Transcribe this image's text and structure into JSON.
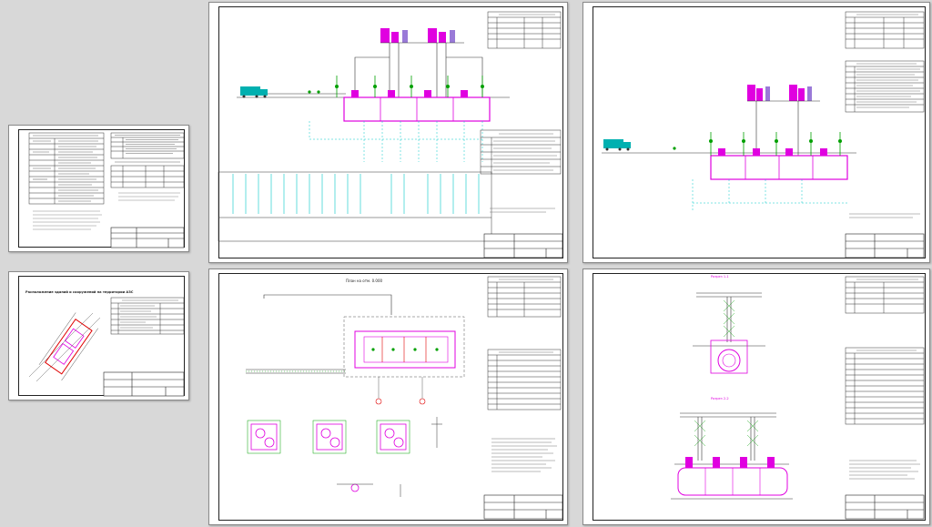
{
  "sheets": [
    {
      "id": "sheet-1",
      "title": ""
    },
    {
      "id": "sheet-2",
      "title": ""
    },
    {
      "id": "sheet-3",
      "title": ""
    },
    {
      "id": "sheet-4",
      "title": "Расположение зданий и сооружений на территории АЗС"
    },
    {
      "id": "sheet-5",
      "title": "План на отм. 0.000"
    },
    {
      "id": "sheet-6",
      "title": "Разрез 1-1",
      "subtitle": "Разрез 2-2"
    }
  ],
  "colors": {
    "magenta": "#e000e0",
    "cyan": "#00c8c8",
    "green": "#00a000",
    "red": "#e00000",
    "frame": "#222222",
    "background": "#d8d8d8"
  }
}
